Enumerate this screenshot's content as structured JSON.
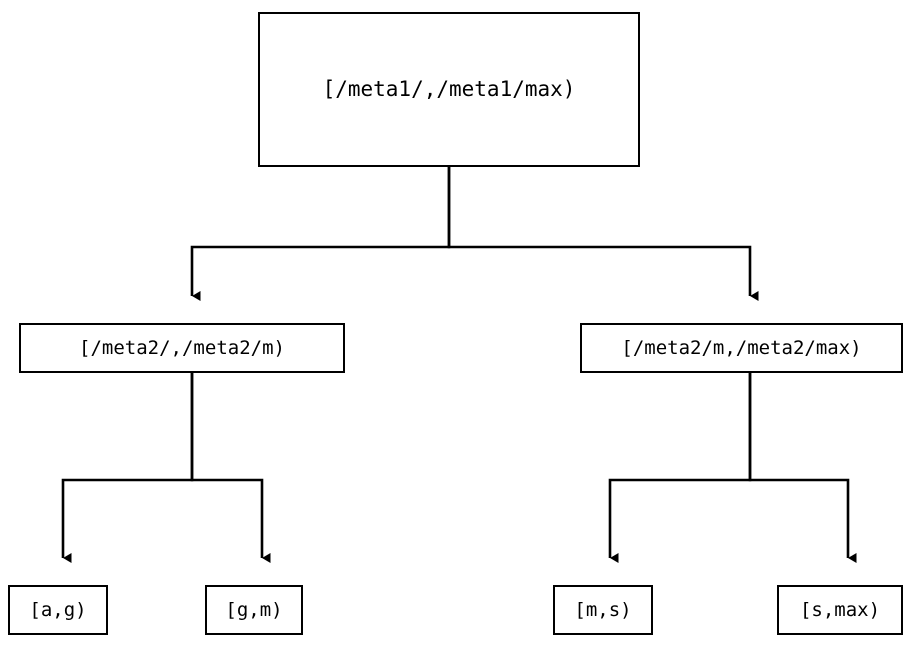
{
  "diagram": {
    "type": "binary-range-tree",
    "background_color": "#ffffff",
    "line_color": "#000000",
    "text_color": "#000000",
    "nodes": {
      "root": {
        "label": "[/meta1/,/meta1/max)"
      },
      "mid_left": {
        "label": "[/meta2/,/meta2/m)"
      },
      "mid_right": {
        "label": "[/meta2/m,/meta2/max)"
      },
      "leaf_a_g": {
        "label": "[a,g)"
      },
      "leaf_g_m": {
        "label": "[g,m)"
      },
      "leaf_m_s": {
        "label": "[m,s)"
      },
      "leaf_s_max": {
        "label": "[s,max)"
      }
    },
    "edges": [
      {
        "from": "root",
        "to": "mid_left",
        "arrow": "down-triangle"
      },
      {
        "from": "root",
        "to": "mid_right",
        "arrow": "down-triangle"
      },
      {
        "from": "mid_left",
        "to": "leaf_a_g",
        "arrow": "down-triangle"
      },
      {
        "from": "mid_left",
        "to": "leaf_g_m",
        "arrow": "down-triangle"
      },
      {
        "from": "mid_right",
        "to": "leaf_m_s",
        "arrow": "down-triangle"
      },
      {
        "from": "mid_right",
        "to": "leaf_s_max",
        "arrow": "down-triangle"
      }
    ]
  }
}
